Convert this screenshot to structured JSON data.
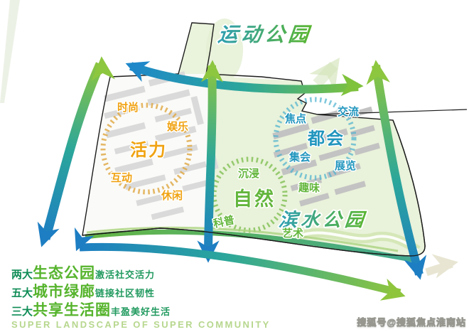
{
  "title": {
    "sports_park": "运动公园",
    "waterfront_park": "滨水公园"
  },
  "clusters": {
    "vitality": {
      "center": "活力",
      "labels": [
        "时尚",
        "娱乐",
        "互动",
        "休闲"
      ],
      "color": "#f0a312"
    },
    "metropolis": {
      "center": "都会",
      "labels": [
        "焦点",
        "交流",
        "集会",
        "展览"
      ],
      "color": "#2196be"
    },
    "nature": {
      "center": "自然",
      "labels": [
        "沉浸",
        "趣味",
        "科普",
        "艺术"
      ],
      "color": "#63b63c"
    }
  },
  "legend": {
    "lines": [
      {
        "prefix": "两大",
        "highlight": "生态公园",
        "suffix": "激活社交活力"
      },
      {
        "prefix": "五大",
        "highlight": "城市绿廊",
        "suffix": "链接社区韧性"
      },
      {
        "prefix": "三大",
        "highlight": "共享生活圈",
        "suffix": "丰盈美好生活"
      }
    ],
    "english": "SUPER LANDSCAPE OF SUPER COMMUNITY"
  },
  "watermark": {
    "text": "搜狐号@搜狐焦点淮南站"
  },
  "colors": {
    "arrow_green": "#8dc63f",
    "arrow_blue": "#1d7ec3",
    "vitality_orange": "#f0a312",
    "metropolis_blue": "#2196be",
    "nature_green": "#63b63c",
    "highlight_green": "#56b42d",
    "dark_green_text": "#0e8c56",
    "english_green": "#b7d78e"
  }
}
